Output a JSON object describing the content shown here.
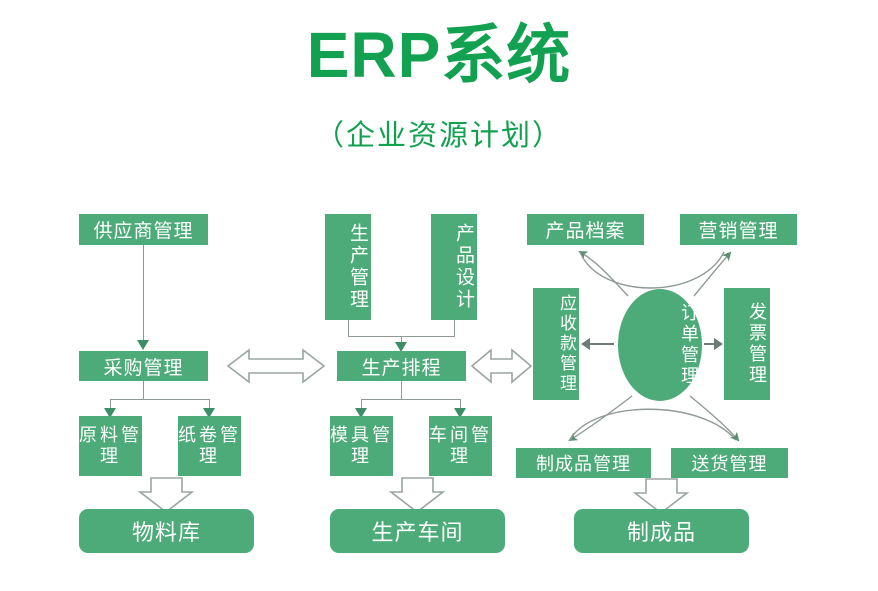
{
  "header": {
    "title": "ERP系统",
    "subtitle": "（企业资源计划）"
  },
  "colors": {
    "node_fill": "#4cab79",
    "node_text": "#ffffff",
    "title_green": "#12a150",
    "connector_gray": "#8f9a94",
    "arrow_outline": "#9aa5a0",
    "background": "#ffffff"
  },
  "nodes": {
    "supplier_mgmt": "供应商管理",
    "purchase_mgmt": "采购管理",
    "raw_material_mgmt": "原料管理",
    "paper_roll_mgmt": "纸卷管理",
    "material_warehouse": "物料库",
    "production_mgmt": "生产管理",
    "product_design": "产品设计",
    "production_schedule": "生产排程",
    "mold_mgmt": "模具管理",
    "workshop_mgmt": "车间管理",
    "production_workshop": "生产车间",
    "product_archive": "产品档案",
    "marketing_mgmt": "营销管理",
    "receivables_mgmt": "应收款管理",
    "order_mgmt": "订单管理",
    "invoice_mgmt": "发票管理",
    "finished_goods_mgmt": "制成品管理",
    "delivery_mgmt": "送货管理",
    "finished_goods": "制成品"
  },
  "connectors": {
    "bidirectional_purchase_production": "双向箭头",
    "bidirectional_production_receivables": "双向箭头",
    "order_to_receivables": "箭头",
    "order_to_invoice": "箭头",
    "order_to_product_archive": "曲线箭头",
    "order_to_marketing": "曲线箭头",
    "order_to_finished_goods_mgmt": "曲线箭头",
    "order_to_delivery_mgmt": "曲线箭头"
  }
}
